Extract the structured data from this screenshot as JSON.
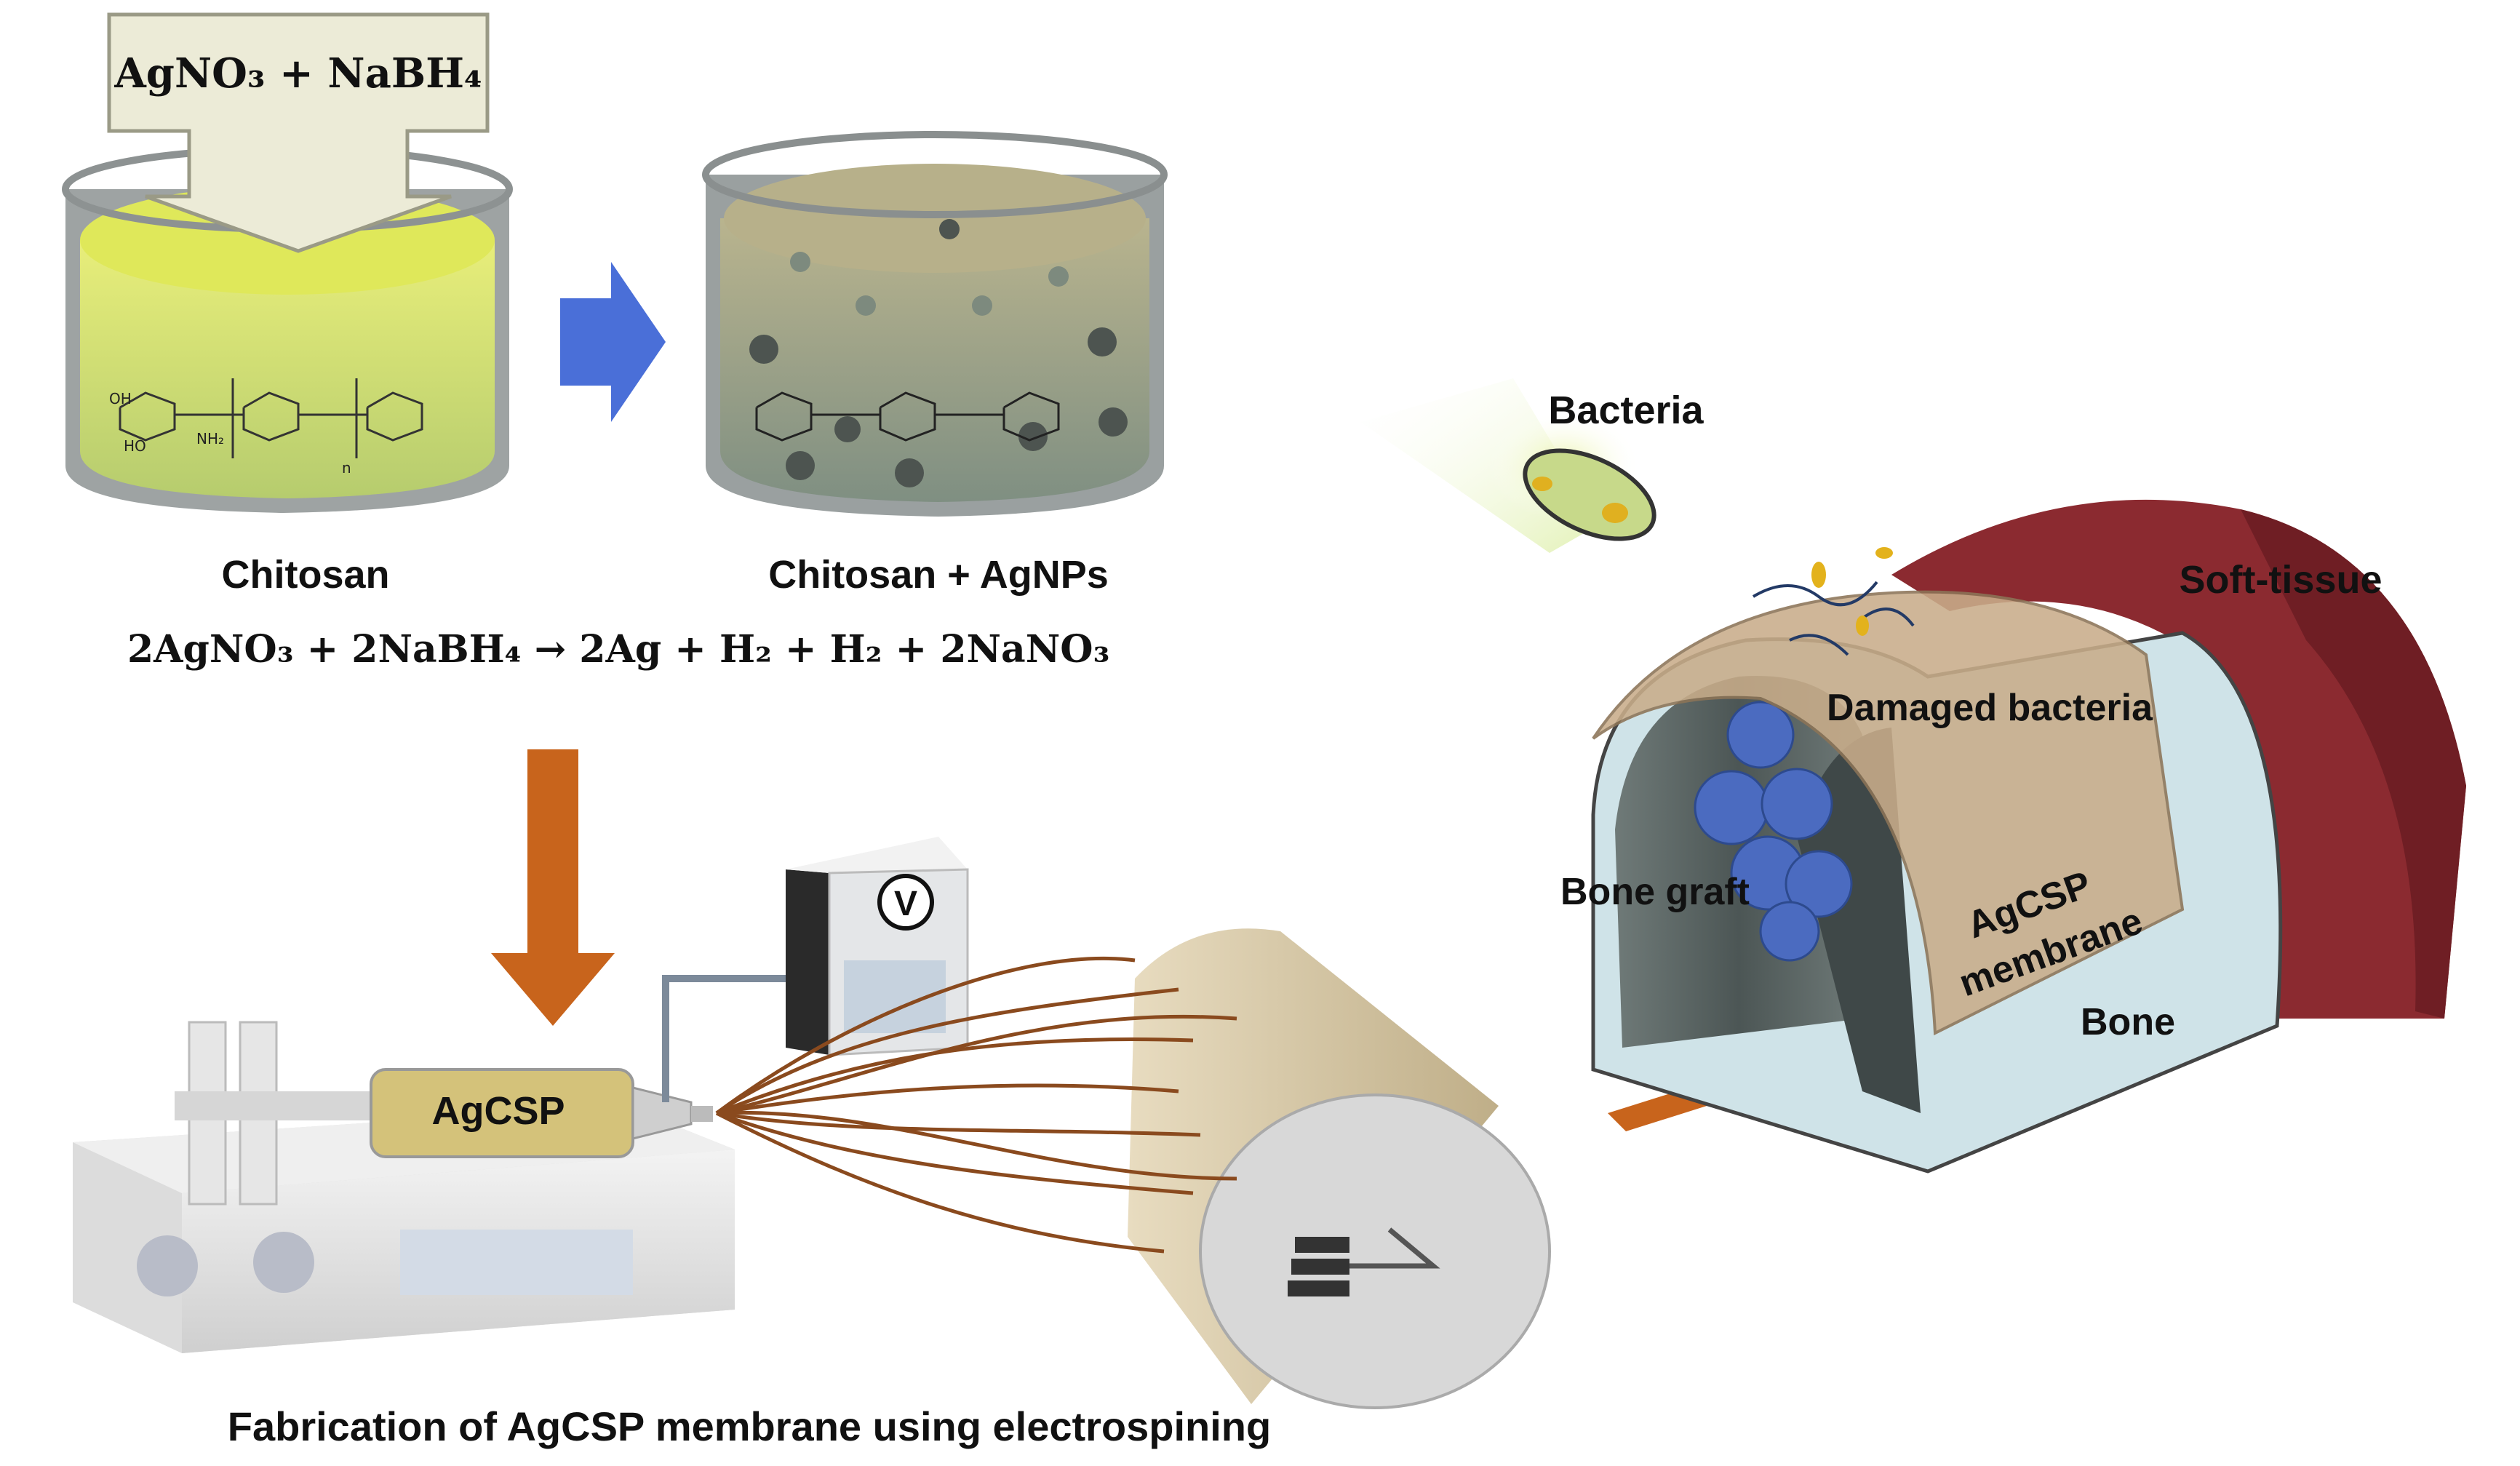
{
  "reagent": {
    "text": "AgNO₃ + NaBH₄"
  },
  "beakers": [
    {
      "label": "Chitosan",
      "fill": "#cfe07a"
    },
    {
      "label": "Chitosan + AgNPs",
      "fill": "#8a9a86"
    }
  ],
  "equation": "2AgNO₃ + 2NaBH₄ → 2Ag + H₂ + H₂ + 2NaNO₃",
  "molecule": {
    "groups": [
      "OH",
      "HO",
      "NH₂",
      "n"
    ]
  },
  "syringe_label": "AgCSP",
  "voltage_symbol": "V",
  "caption": "Fabrication of AgCSP membrane using electrospining",
  "implant": {
    "bacteria_label": "Bacteria",
    "soft_tissue_label": "Soft-tissue",
    "damaged_label": "Damaged bacteria",
    "bone_graft_label": "Bone graft",
    "membrane_label_line1": "AgCSP",
    "membrane_label_line2": "membrane",
    "bone_label": "Bone"
  },
  "colors": {
    "arrow_orange": "#c8641c",
    "arrow_blue": "#4a6fd8",
    "soft_tissue": "#8b2a30",
    "membrane": "#c9ad8a",
    "bone": "#cfe3e8",
    "fiber": "#8a4a1e"
  }
}
